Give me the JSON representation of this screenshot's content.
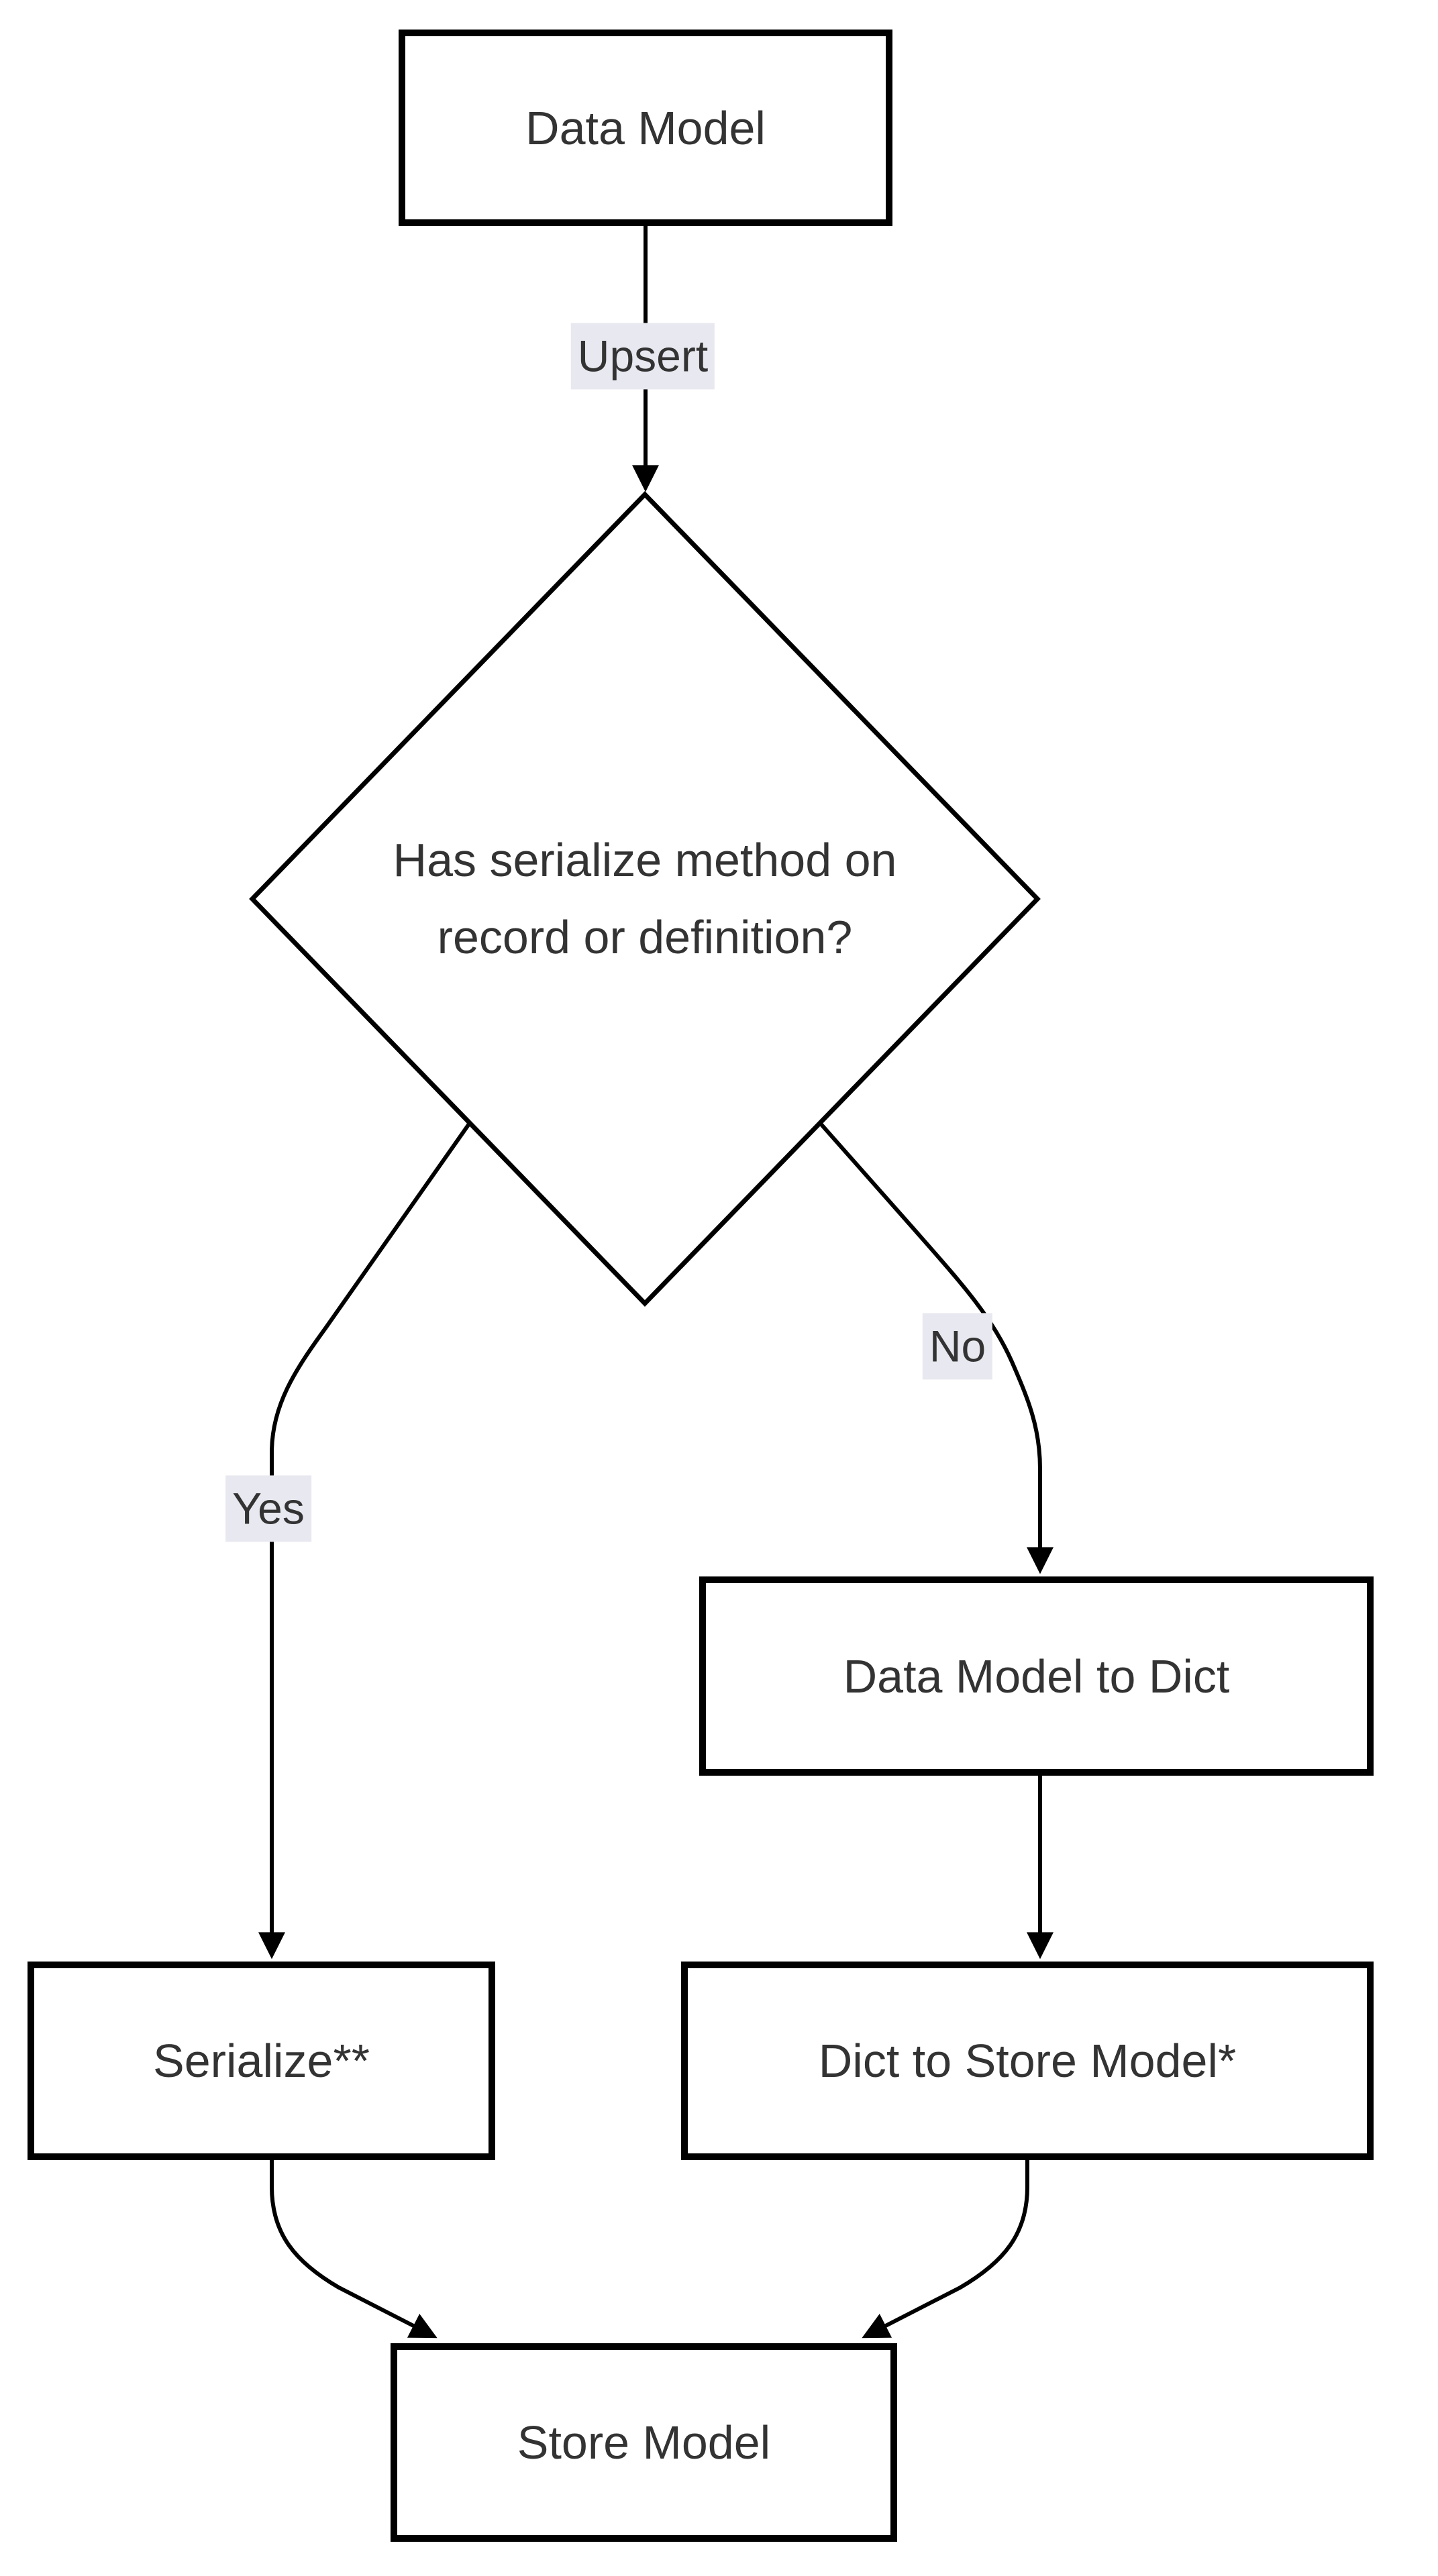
{
  "diagram": {
    "type": "flowchart",
    "direction": "top-down",
    "colors": {
      "node_fill": "#ffffff",
      "node_border": "#000000",
      "edge": "#000000",
      "text": "#333333",
      "edge_label_bg": "#e8e8f0",
      "page_bg": "#ffffff"
    },
    "nodes": {
      "data_model": {
        "label": "Data Model",
        "shape": "rectangle"
      },
      "decision": {
        "label": "Has serialize method on record or definition?",
        "line1": "Has serialize method on",
        "line2": "record or definition?",
        "shape": "diamond"
      },
      "data_model_to_dict": {
        "label": "Data Model to Dict",
        "shape": "rectangle"
      },
      "serialize": {
        "label": "Serialize**",
        "shape": "rectangle"
      },
      "dict_to_store_model": {
        "label": "Dict to Store Model*",
        "shape": "rectangle"
      },
      "store_model": {
        "label": "Store Model",
        "shape": "rectangle"
      }
    },
    "edges": {
      "upsert": {
        "label": "Upsert",
        "from": "data_model",
        "to": "decision"
      },
      "yes": {
        "label": "Yes",
        "from": "decision",
        "to": "serialize"
      },
      "no": {
        "label": "No",
        "from": "decision",
        "to": "data_model_to_dict"
      },
      "to_dict_down": {
        "label": "",
        "from": "data_model_to_dict",
        "to": "dict_to_store_model"
      },
      "serialize_to_store": {
        "label": "",
        "from": "serialize",
        "to": "store_model"
      },
      "dict_to_store": {
        "label": "",
        "from": "dict_to_store_model",
        "to": "store_model"
      }
    }
  }
}
